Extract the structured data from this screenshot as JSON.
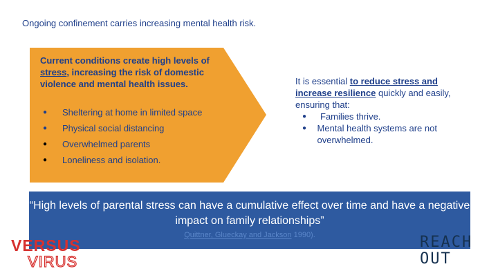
{
  "subtitle": "Ongoing confinement carries increasing mental health risk.",
  "arrow": {
    "color": "#f0a030",
    "heading_part1": "Current conditions create high levels of ",
    "heading_stress": "stress",
    "heading_part2": ", increasing the risk of domestic violence and mental health issues.",
    "bullets": [
      "Sheltering at home in limited space",
      "Physical social distancing",
      "Overwhelmed parents",
      "Loneliness and isolation."
    ]
  },
  "right": {
    "intro": "It is essential ",
    "emphasis": "to reduce stress and increase resilience",
    "rest": " quickly and easily, ensuring that:",
    "bullets": [
      "Families thrive.",
      "Mental health systems are not overwhelmed."
    ]
  },
  "quote": {
    "band_color": "#2e5aa0",
    "text": "“High levels of parental stress can have a cumulative effect over time and have a negative impact on family relationships”",
    "cite_link": "Quittner, Glueckay and Jackson",
    "cite_rest": " 1990)."
  },
  "logos": {
    "versus": "VERSUS",
    "virus": "VIRUS",
    "reach": "REACH",
    "out": "OUT"
  }
}
